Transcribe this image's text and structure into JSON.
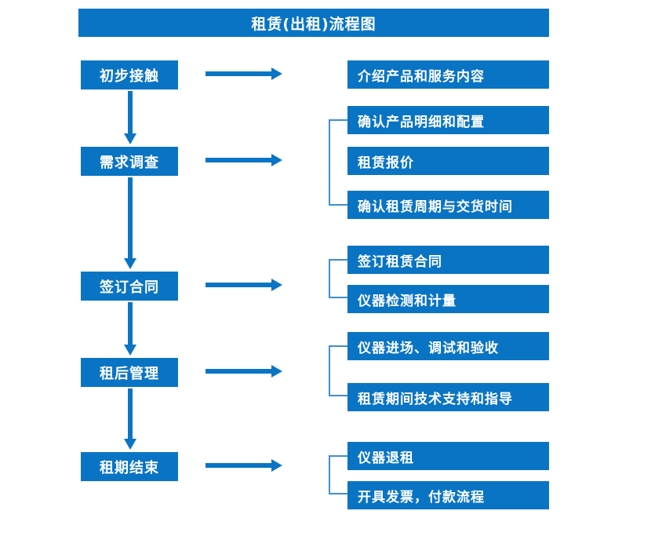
{
  "diagram": {
    "title": "租赁(出租)流程图",
    "colors": {
      "box_fill": "#0A74C4",
      "box_text": "#FFFFFF",
      "arrow": "#0A74C4",
      "bracket": "#3E8FD0",
      "background": "#FFFFFF"
    },
    "stages": [
      {
        "label": "初步接触",
        "arrow_name": "arrow-to-details-1"
      },
      {
        "label": "需求调查",
        "arrow_name": "arrow-to-details-2"
      },
      {
        "label": "签订合同",
        "arrow_name": "arrow-to-details-3"
      },
      {
        "label": "租后管理",
        "arrow_name": "arrow-to-details-4"
      },
      {
        "label": "租期结束",
        "arrow_name": "arrow-to-details-5"
      }
    ],
    "flow_connectors": [
      {
        "name": "connector-1-2",
        "from": "初步接触",
        "to": "需求调查"
      },
      {
        "name": "connector-2-3",
        "from": "需求调查",
        "to": "签订合同"
      },
      {
        "name": "connector-3-4",
        "from": "签订合同",
        "to": "租后管理"
      },
      {
        "name": "connector-4-5",
        "from": "租后管理",
        "to": "租期结束"
      }
    ],
    "details": [
      {
        "label": "介绍产品和服务内容",
        "group": 1
      },
      {
        "label": "确认产品明细和配置",
        "group": 2
      },
      {
        "label": "租赁报价",
        "group": 2
      },
      {
        "label": "确认租赁周期与交货时间",
        "group": 2
      },
      {
        "label": "签订租赁合同",
        "group": 3
      },
      {
        "label": "仪器检测和计量",
        "group": 3
      },
      {
        "label": "仪器进场、调试和验收",
        "group": 4
      },
      {
        "label": "租赁期间技术支持和指导",
        "group": 4
      },
      {
        "label": "仪器退租",
        "group": 5
      },
      {
        "label": "开具发票，付款流程",
        "group": 5
      }
    ],
    "brackets": [
      {
        "name": "bracket-group-2",
        "groups": "确认产品明细和配置 / 租赁报价 / 确认租赁周期与交货时间"
      },
      {
        "name": "bracket-group-3",
        "groups": "签订租赁合同 / 仪器检测和计量"
      },
      {
        "name": "bracket-group-4",
        "groups": "仪器进场、调试和验收 / 租赁期间技术支持和指导"
      },
      {
        "name": "bracket-group-5",
        "groups": "仪器退租 / 开具发票，付款流程"
      }
    ]
  }
}
